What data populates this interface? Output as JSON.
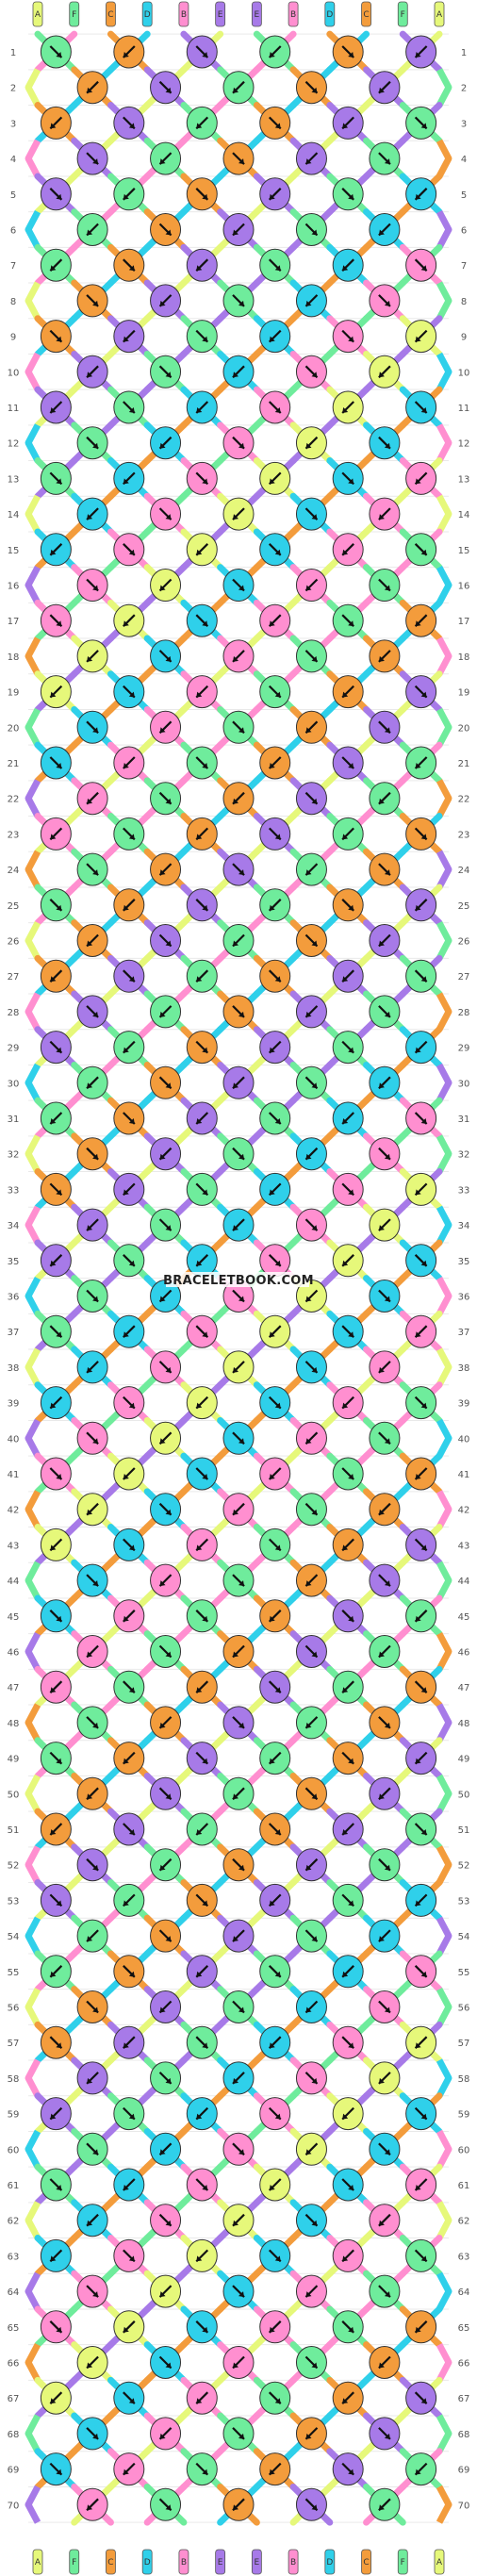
{
  "watermark": "BRACELETBOOK.COM",
  "colors": {
    "A": "#e6f87a",
    "B": "#ff8fd0",
    "C": "#f39c3c",
    "D": "#2fd0ea",
    "E": "#a77ae8",
    "F": "#6fec9c"
  },
  "strands_top": [
    "A",
    "F",
    "C",
    "D",
    "B",
    "E",
    "E",
    "B",
    "D",
    "C",
    "F",
    "A"
  ],
  "strands_bottom": [
    "A",
    "F",
    "C",
    "D",
    "B",
    "E",
    "E",
    "B",
    "D",
    "C",
    "F",
    "A"
  ],
  "rows": 70,
  "row_labels": [
    "1",
    "2",
    "3",
    "4",
    "5",
    "6",
    "7",
    "8",
    "9",
    "10",
    "11",
    "12",
    "13",
    "14",
    "15",
    "16",
    "17",
    "18",
    "19",
    "20",
    "21",
    "22",
    "23",
    "24",
    "25",
    "26",
    "27",
    "28",
    "29",
    "30",
    "31",
    "32",
    "33",
    "34",
    "35",
    "36",
    "37",
    "38",
    "39",
    "40",
    "41",
    "42",
    "43",
    "44",
    "45",
    "46",
    "47",
    "48",
    "49",
    "50",
    "51",
    "52",
    "53",
    "54",
    "55",
    "56",
    "57",
    "58",
    "59",
    "60",
    "61",
    "62",
    "63",
    "64",
    "65",
    "66",
    "67",
    "68",
    "69",
    "70"
  ],
  "knot_color_cycle": [
    "F",
    "A",
    "C",
    "B",
    "E",
    "D",
    "F",
    "A",
    "C",
    "B",
    "E",
    "D",
    "F",
    "A",
    "D",
    "E",
    "B",
    "C",
    "A",
    "F",
    "D",
    "E",
    "B",
    "C"
  ]
}
